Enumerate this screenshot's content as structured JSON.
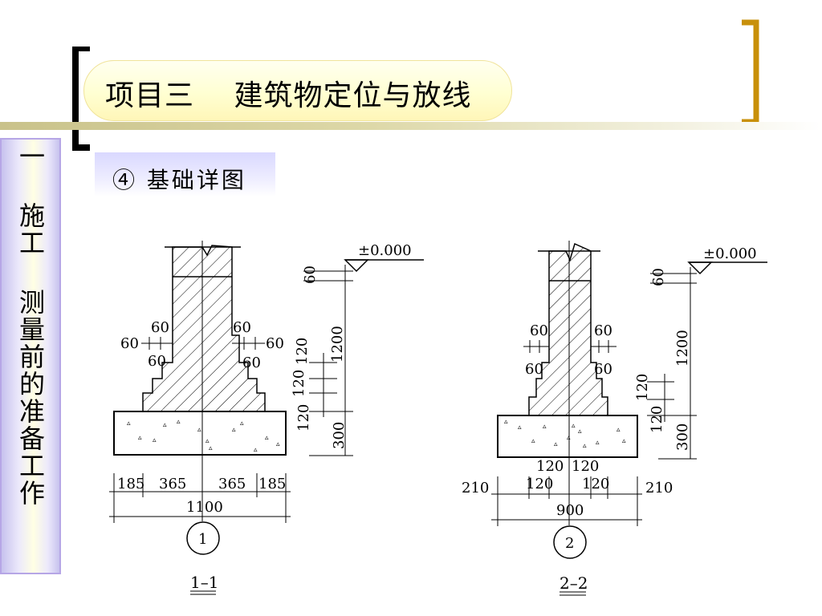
{
  "header": {
    "title": "项目三　 建筑物定位与放线"
  },
  "sidebar": {
    "text": "一 施工 测量前的准备工作"
  },
  "section": {
    "heading": "④ 基础详图"
  },
  "sections": [
    {
      "id": "1-1",
      "ground_level": "±0.000",
      "vertical_dims": [
        "60",
        "1200",
        "120",
        "120",
        "120",
        "300"
      ],
      "offset_dims_left": [
        "60",
        "60",
        "60"
      ],
      "offset_dims_right": [
        "60",
        "60",
        "60"
      ],
      "width_dims": [
        "185",
        "365",
        "365",
        "185"
      ],
      "total_width": "1100",
      "circle_label": "1",
      "caption": "1–1"
    },
    {
      "id": "2-2",
      "ground_level": "±0.000",
      "vertical_dims": [
        "60",
        "1200",
        "120",
        "120",
        "300"
      ],
      "offset_dims_left": [
        "60",
        "60"
      ],
      "offset_dims_right": [
        "60",
        "60"
      ],
      "upper_width_dims": [
        "120",
        "120"
      ],
      "width_dims": [
        "210",
        "120",
        "120",
        "210"
      ],
      "total_width": "900",
      "circle_label": "2",
      "caption": "2–2"
    }
  ],
  "colors": {
    "bracket_left": "#000000",
    "bracket_right": "#c8900a",
    "title_fill": "#ffffd2",
    "sidebar_border": "#b6a6e6"
  }
}
